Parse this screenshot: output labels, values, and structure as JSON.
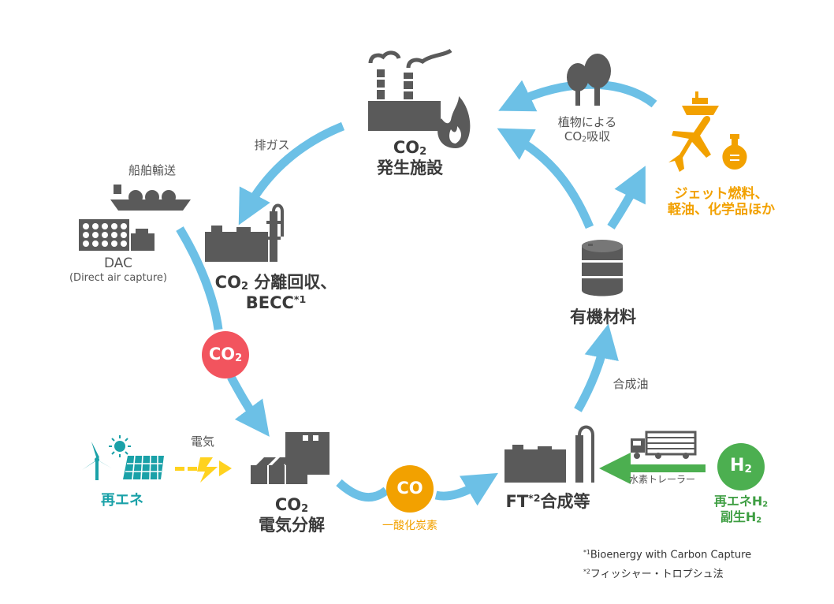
{
  "colors": {
    "arrow_blue": "#6cc0e6",
    "icon_gray": "#5a5a5a",
    "co2_red": "#f2545e",
    "co_orange": "#f2a100",
    "h2_green": "#4caf50",
    "renewable_teal": "#1aa1a8",
    "electric_yellow": "#ffd21f",
    "product_orange": "#f2a100"
  },
  "nodes": {
    "emission": {
      "line1": "CO",
      "sub": "2",
      "line2": "発生施設",
      "icon": "factory-fire-icon"
    },
    "capture": {
      "line1a": "CO",
      "sub": "2",
      "line1b": " 分離回収、",
      "line2a": "BECC",
      "sup": "*1",
      "icon": "refinery-icon"
    },
    "dac": {
      "label": "DAC",
      "sublabel": "(Direct air capture)",
      "icon": "dac-unit-icon"
    },
    "shipping": {
      "label": "船舶輸送",
      "icon": "lng-ship-icon"
    },
    "electrolysis": {
      "line1": "CO",
      "sub": "2",
      "line2": "電気分解",
      "icon": "electrolysis-plant-icon"
    },
    "renewable": {
      "label": "再エネ",
      "icon": "wind-solar-icon"
    },
    "ft": {
      "line1a": "FT",
      "sup": "*2",
      "line1b": "合成等",
      "icon": "ft-plant-icon"
    },
    "h2": {
      "circle": "H",
      "circle_sub": "2",
      "line1a": "再エネH",
      "sub": "2",
      "line2a": "副生H",
      "icon": "h2-icon"
    },
    "truck": {
      "label": "水素トレーラー",
      "icon": "hydrogen-trailer-icon"
    },
    "organic": {
      "label": "有機材料",
      "icon": "oil-drum-icon"
    },
    "products": {
      "line1": "ジェット燃料、",
      "line2": "軽油、化学品ほか",
      "icon": "ship-plane-flask-icon"
    },
    "plants": {
      "line1": "植物による",
      "line2a": "CO",
      "sub": "2",
      "line2b": "吸収",
      "icon": "trees-icon"
    }
  },
  "edges": {
    "exhaust": "排ガス",
    "electricity": "電気",
    "co_label": "一酸化炭素",
    "synthetic_oil": "合成油"
  },
  "badges": {
    "co2": {
      "main": "CO",
      "sub": "2"
    },
    "co": {
      "main": "CO"
    }
  },
  "footnotes": {
    "f1_mark": "*1",
    "f1_text": "Bioenergy with Carbon Capture",
    "f2_mark": "*2",
    "f2_text": "フィッシャー・トロプシュ法"
  }
}
